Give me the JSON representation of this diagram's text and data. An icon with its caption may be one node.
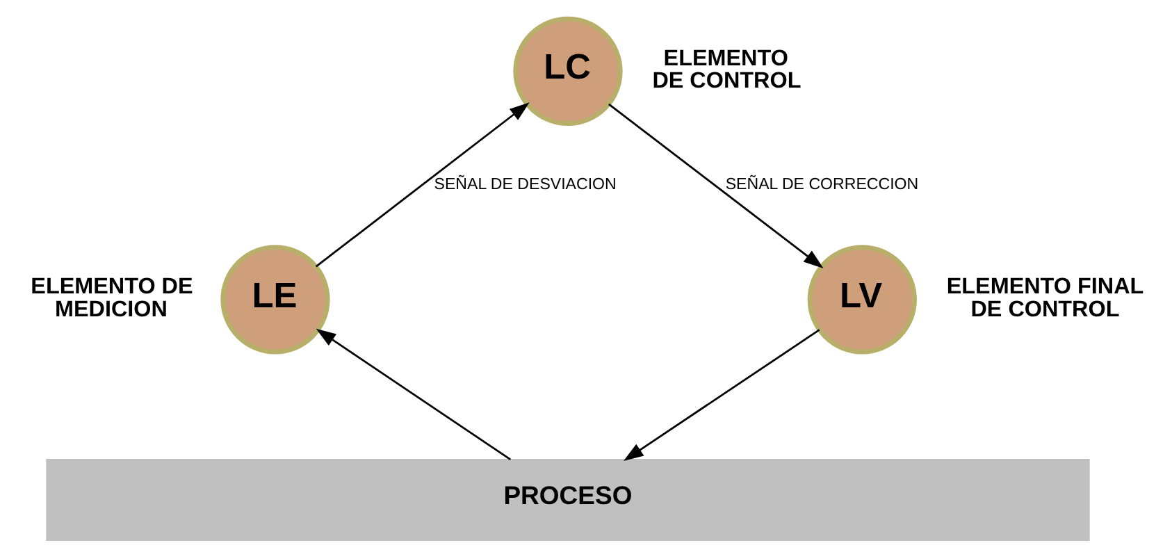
{
  "diagram": {
    "nodes": [
      {
        "text": [
          "LC"
        ],
        "beside": [
          "ELEMENTO DE CONTROL"
        ]
      },
      {
        "text": [
          "LE"
        ],
        "beside": [
          "ELEMENTO DE MEDICION"
        ]
      },
      {
        "text": [
          "LV"
        ],
        "beside": [
          "ELEMENTO FINAL DE CONTROL"
        ]
      },
      {
        "text": [
          "PROCESO"
        ]
      }
    ],
    "edges": [
      {
        "from": 1,
        "to": 0,
        "arrow": "to",
        "label": "SEÑAL DE DESVIACION"
      },
      {
        "from": 0,
        "to": 2,
        "arrow": "to",
        "label": "SEÑAL DE CORRECCION"
      },
      {
        "from": 3,
        "to": 1,
        "arrow": "to"
      },
      {
        "from": 2,
        "to": 3,
        "arrow": "to"
      }
    ]
  }
}
